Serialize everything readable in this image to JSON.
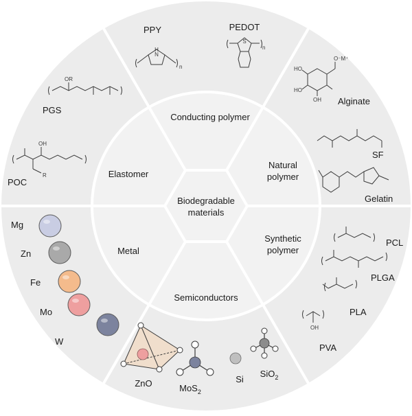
{
  "center": {
    "line1": "Biodegradable",
    "line2": "materials"
  },
  "categories": {
    "conducting": "Conducting polymer",
    "natural_l1": "Natural",
    "natural_l2": "polymer",
    "synthetic_l1": "Synthetic",
    "synthetic_l2": "polymer",
    "semiconductors": "Semiconductors",
    "metal": "Metal",
    "elastomer": "Elastomer"
  },
  "materials": {
    "ppy": "PPY",
    "pedot": "PEDOT",
    "alginate": "Alginate",
    "sf": "SF",
    "gelatin": "Gelatin",
    "pcl": "PCL",
    "plga": "PLGA",
    "pla": "PLA",
    "pva": "PVA",
    "zno": "ZnO",
    "mos2": "MoS",
    "mos2_sub": "2",
    "si": "Si",
    "sio2": "SiO",
    "sio2_sub": "2",
    "pgs": "PGS",
    "poc": "POC"
  },
  "metals": [
    {
      "name": "Mg",
      "color": "#c9cde3"
    },
    {
      "name": "Zn",
      "color": "#a9a9a9"
    },
    {
      "name": "Fe",
      "color": "#f4bb8c"
    },
    {
      "name": "Mo",
      "color": "#ee9f9f"
    },
    {
      "name": "W",
      "color": "#7c839e"
    }
  ],
  "colors": {
    "ring": "#ececec",
    "inner": "#f2f2f2",
    "divider": "#ffffff",
    "mos2_center": "#7c839e",
    "sio2_center": "#8c8c8c",
    "si_atom": "#bfbfbf",
    "zno_face": "#f3d6b8",
    "zno_center": "#ee9f9f"
  }
}
